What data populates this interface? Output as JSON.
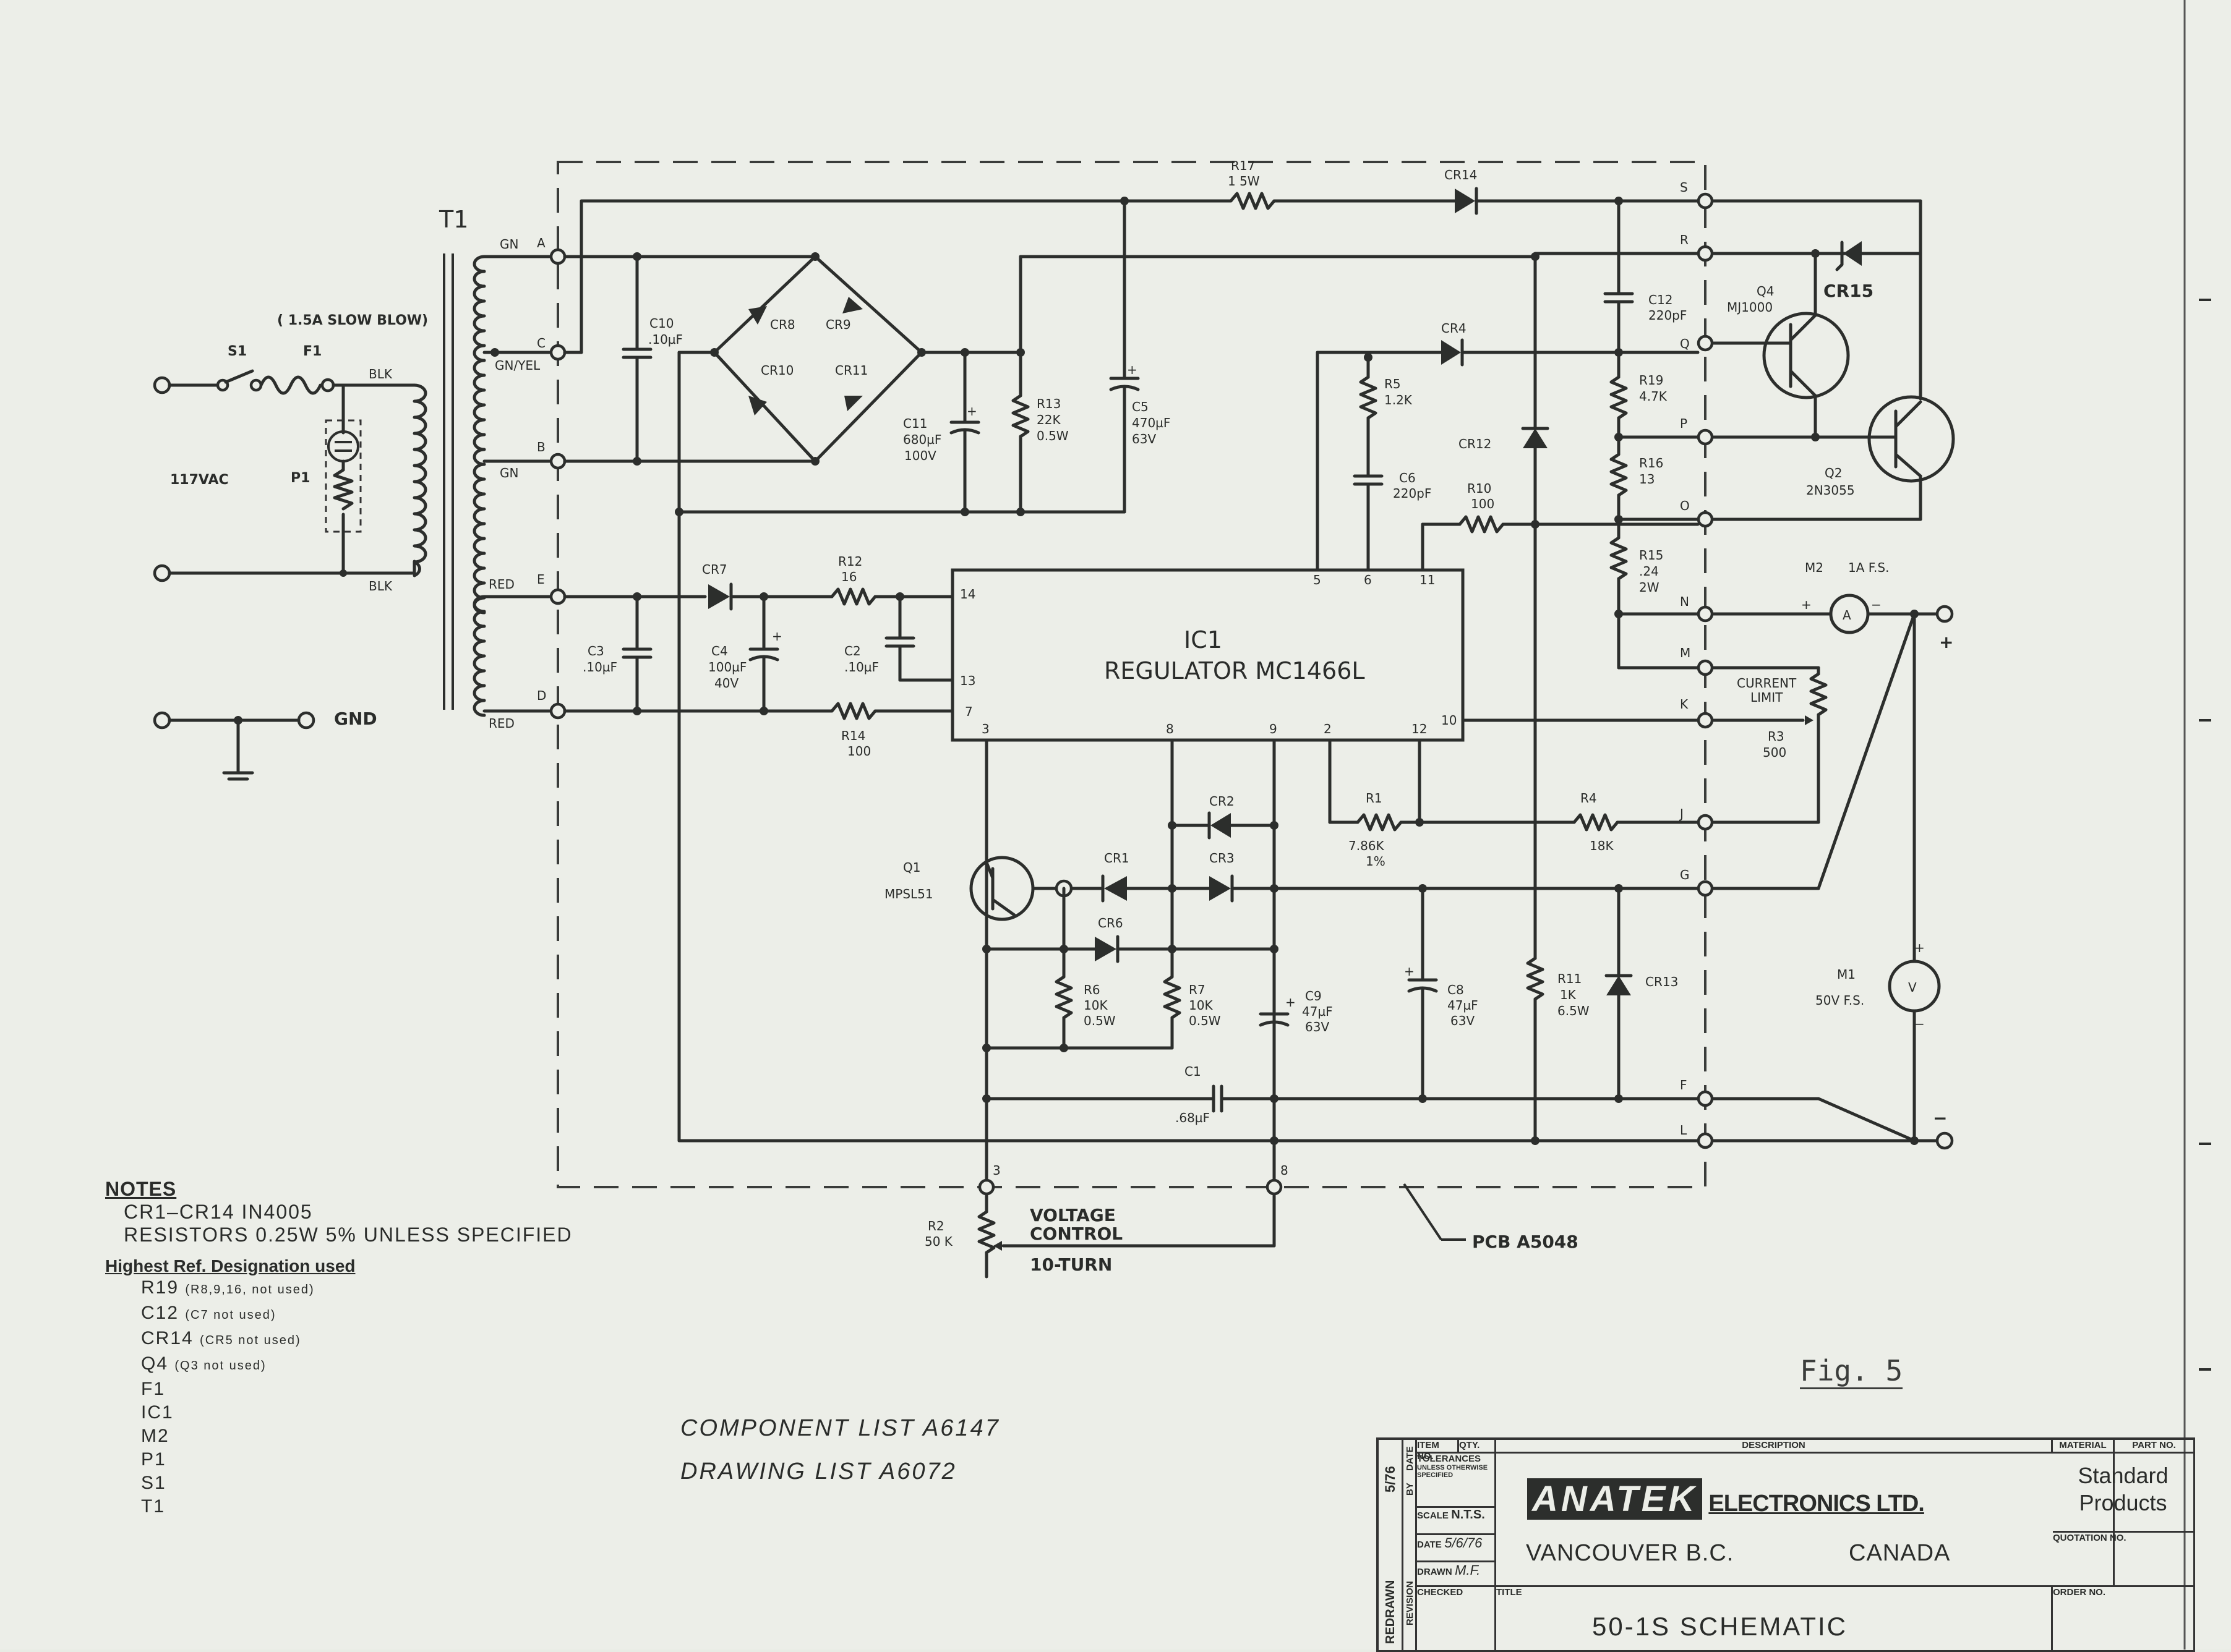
{
  "transformer": {
    "ref": "T1",
    "fuse_note": "( 1.5A SLOW BLOW)",
    "primary": {
      "top": "BLK",
      "bottom": "BLK"
    },
    "secondary_high": {
      "a": "GN",
      "c": "GN/YEL",
      "b": "GN"
    },
    "secondary_low": {
      "e": "RED",
      "d": "RED"
    }
  },
  "input": {
    "voltage": "117VAC",
    "switch": "S1",
    "fuse": "F1",
    "lamp": "P1",
    "ground": "GND"
  },
  "terminals": [
    "A",
    "C",
    "B",
    "E",
    "D",
    "S",
    "R",
    "Q",
    "P",
    "O",
    "N",
    "M",
    "K",
    "J",
    "G",
    "F",
    "L"
  ],
  "components": {
    "R17": {
      "ref": "R17",
      "value": "1 5W"
    },
    "CR14": {
      "ref": "CR14"
    },
    "C10": {
      "ref": "C10",
      "value": ".10µF"
    },
    "CR8": {
      "ref": "CR8"
    },
    "CR9": {
      "ref": "CR9"
    },
    "CR10": {
      "ref": "CR10"
    },
    "CR11": {
      "ref": "CR11"
    },
    "C11": {
      "ref": "C11",
      "value": "680µF",
      "rating": "100V"
    },
    "R13": {
      "ref": "R13",
      "value": "22K",
      "rating": "0.5W"
    },
    "C5": {
      "ref": "C5",
      "value": "470µF",
      "rating": "63V"
    },
    "C12": {
      "ref": "C12",
      "value": "220pF"
    },
    "CR4": {
      "ref": "CR4"
    },
    "R5": {
      "ref": "R5",
      "value": "1.2K"
    },
    "C6": {
      "ref": "C6",
      "value": "220pF"
    },
    "R10": {
      "ref": "R10",
      "value": "100"
    },
    "CR12": {
      "ref": "CR12"
    },
    "R19": {
      "ref": "R19",
      "value": "4.7K"
    },
    "R16": {
      "ref": "R16",
      "value": "13"
    },
    "R15": {
      "ref": "R15",
      "value": ".24",
      "rating": "2W"
    },
    "Q4": {
      "ref": "Q4",
      "type": "MJ1000"
    },
    "CR15": {
      "ref": "CR15"
    },
    "Q2": {
      "ref": "Q2",
      "type": "2N3055"
    },
    "M2": {
      "ref": "M2",
      "value": "1A F.S.",
      "symbol": "A"
    },
    "R3": {
      "ref": "R3",
      "value": "500",
      "label": "CURRENT LIMIT"
    },
    "CR7": {
      "ref": "CR7"
    },
    "C3": {
      "ref": "C3",
      "value": ".10µF"
    },
    "C4": {
      "ref": "C4",
      "value": "100µF",
      "rating": "40V"
    },
    "R12": {
      "ref": "R12",
      "value": "16"
    },
    "C2": {
      "ref": "C2",
      "value": ".10µF"
    },
    "R14": {
      "ref": "R14",
      "value": "100"
    },
    "IC1": {
      "ref": "IC1",
      "name": "REGULATOR MC1466L",
      "pins": [
        "14",
        "13",
        "7",
        "3",
        "8",
        "9",
        "2",
        "12",
        "10",
        "5",
        "6",
        "11"
      ]
    },
    "R1": {
      "ref": "R1",
      "value": "7.86K",
      "tol": "1%"
    },
    "R4": {
      "ref": "R4",
      "value": "18K"
    },
    "CR2": {
      "ref": "CR2"
    },
    "CR1": {
      "ref": "CR1"
    },
    "CR3": {
      "ref": "CR3"
    },
    "CR6": {
      "ref": "CR6"
    },
    "Q1": {
      "ref": "Q1",
      "type": "MPSL51"
    },
    "R6": {
      "ref": "R6",
      "value": "10K",
      "rating": "0.5W"
    },
    "R7": {
      "ref": "R7",
      "value": "10K",
      "rating": "0.5W"
    },
    "C9": {
      "ref": "C9",
      "value": "47µF",
      "rating": "63V"
    },
    "C8": {
      "ref": "C8",
      "value": "47µF",
      "rating": "63V"
    },
    "R11": {
      "ref": "R11",
      "value": "1K",
      "rating": "6.5W"
    },
    "CR13": {
      "ref": "CR13"
    },
    "C1": {
      "ref": "C1",
      "value": ".68µF"
    },
    "M1": {
      "ref": "M1",
      "value": "50V F.S.",
      "symbol": "V"
    },
    "R2": {
      "ref": "R2",
      "value": "50 K",
      "label1": "VOLTAGE",
      "label2": "CONTROL",
      "label3": "10-TURN",
      "pin_a": "3",
      "pin_b": "8"
    }
  },
  "pcb": "PCB A5048",
  "output": {
    "plus": "+",
    "minus": "−"
  },
  "notes": {
    "title": "NOTES",
    "lines": [
      "CR1–CR14  IN4005",
      "RESISTORS 0.25W 5% UNLESS SPECIFIED"
    ],
    "designation_title": "Highest Ref. Designation used",
    "designations": [
      {
        "ref": "R19",
        "note": "(R8,9,16, not used)"
      },
      {
        "ref": "C12",
        "note": "(C7 not used)"
      },
      {
        "ref": "CR14",
        "note": "(CR5 not used)"
      },
      {
        "ref": "Q4",
        "note": "(Q3 not used)"
      },
      {
        "ref": "F1",
        "note": ""
      },
      {
        "ref": "IC1",
        "note": ""
      },
      {
        "ref": "M2",
        "note": ""
      },
      {
        "ref": "P1",
        "note": ""
      },
      {
        "ref": "S1",
        "note": ""
      },
      {
        "ref": "T1",
        "note": ""
      }
    ]
  },
  "lists": {
    "component": "COMPONENT LIST  A6147",
    "drawing": "DRAWING LIST  A6072"
  },
  "fig": "Fig. 5",
  "title_block": {
    "item_no": "ITEM NO.",
    "qty": "QTY.",
    "description": "DESCRIPTION",
    "material": "MATERIAL",
    "part_no": "PART NO.",
    "tolerances": "TOLERANCES",
    "tol_sub": "UNLESS OTHERWISE SPECIFIED",
    "scale_label": "SCALE",
    "scale": "N.T.S.",
    "date_label": "DATE",
    "date": "5/6/76",
    "drawn_label": "DRAWN",
    "drawn": "M.F.",
    "checked_label": "CHECKED",
    "company_logo": "ANATEK",
    "company": "ELECTRONICS LTD.",
    "city": "VANCOUVER B.C.",
    "country": "CANADA",
    "standard": "Standard Products",
    "quotation": "QUOTATION NO.",
    "order": "ORDER NO.",
    "title_label": "TITLE",
    "title": "50-1S  SCHEMATIC",
    "rev_date": "5/76",
    "side_date": "DATE",
    "side_by": "BY",
    "redrawn": "REDRAWN",
    "revision": "REVISION"
  }
}
